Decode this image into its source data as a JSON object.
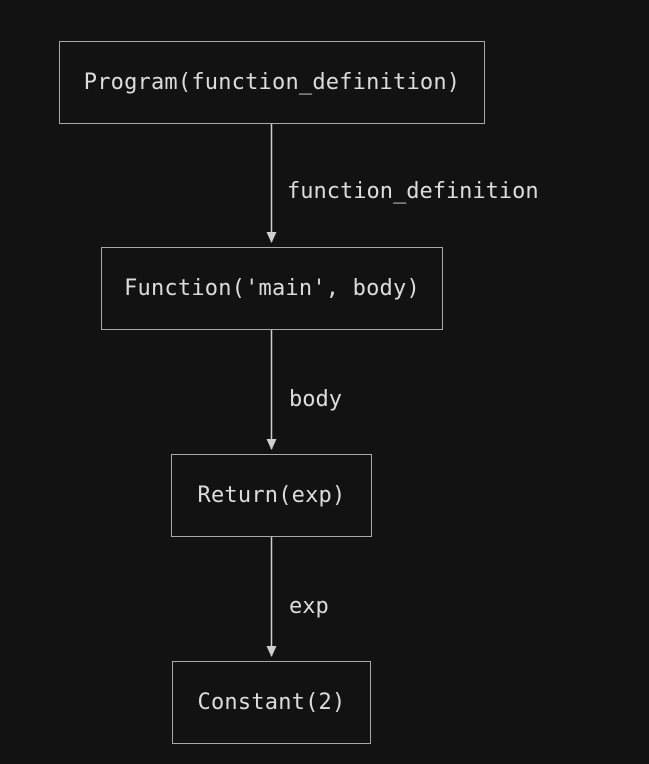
{
  "colors": {
    "background": "#121212",
    "node_border": "#a8a8a8",
    "edge": "#cfcfcf",
    "text": "#dcdcdc"
  },
  "diagram": {
    "nodes": [
      {
        "id": "program",
        "label": "Program(function_definition)"
      },
      {
        "id": "function",
        "label": "Function('main', body)"
      },
      {
        "id": "return",
        "label": "Return(exp)"
      },
      {
        "id": "constant",
        "label": "Constant(2)"
      }
    ],
    "edges": [
      {
        "from": "program",
        "to": "function",
        "label": "function_definition"
      },
      {
        "from": "function",
        "to": "return",
        "label": "body"
      },
      {
        "from": "return",
        "to": "constant",
        "label": "exp"
      }
    ]
  }
}
